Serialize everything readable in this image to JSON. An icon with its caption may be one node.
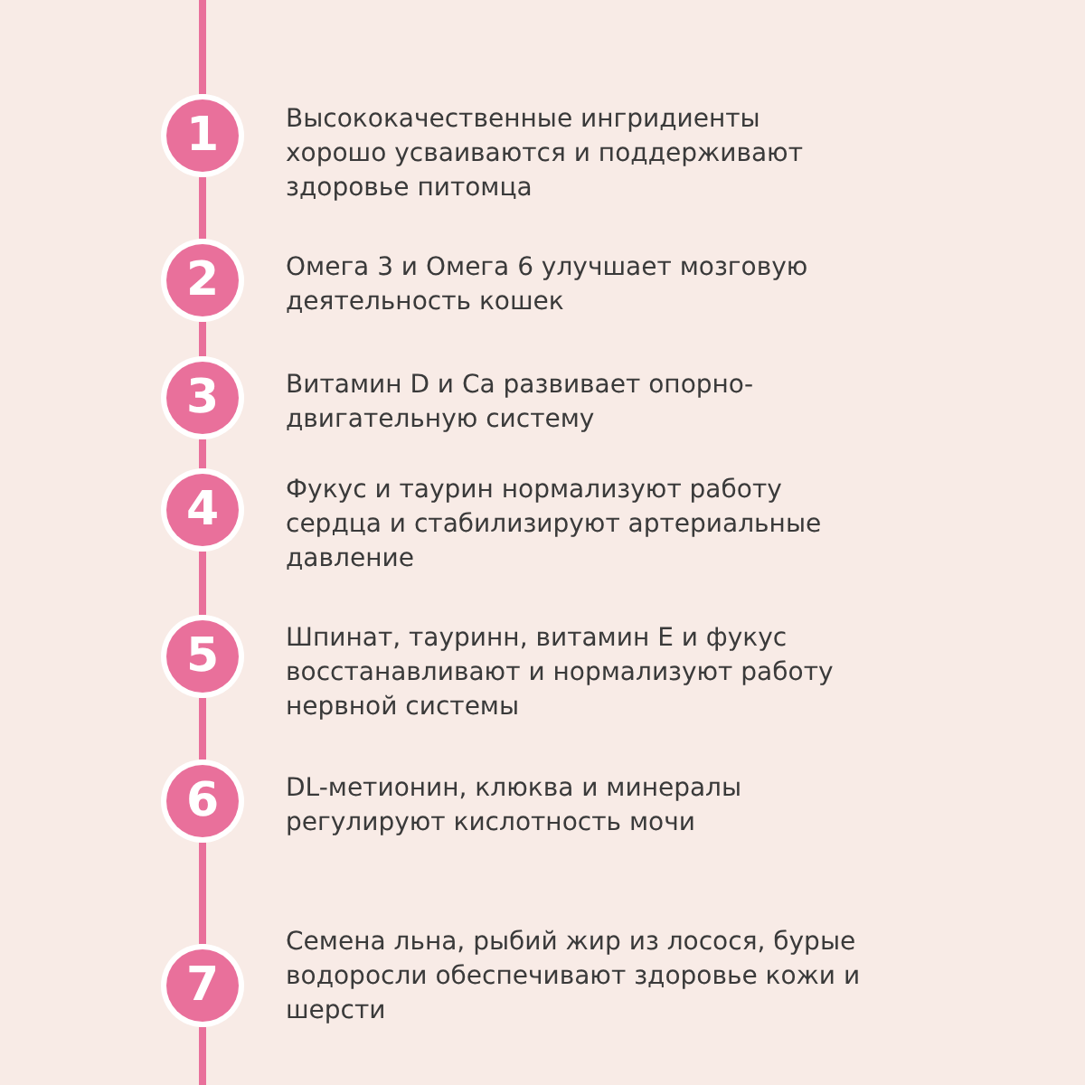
{
  "diagram": {
    "nodes": [
      {
        "text": [
          "1"
        ],
        "beside": [
          "Высококачественные ингридиенты хорошо усваиваются и поддерживают здоровье питомца"
        ]
      },
      {
        "text": [
          "2"
        ],
        "beside": [
          "Омега 3 и Омега 6 улучшает мозговую деятельность кошек"
        ]
      },
      {
        "text": [
          "3"
        ],
        "beside": [
          "Витамин D и Ca развивает опорно-двигательную систему"
        ]
      },
      {
        "text": [
          "4"
        ],
        "beside": [
          "Фукус и таурин нормализуют работу сердца и стабилизируют артериальные давление"
        ]
      },
      {
        "text": [
          "5"
        ],
        "beside": [
          "Шпинат, тауринн, витамин E и фукус восстанавливают и нормализуют работу нервной системы"
        ]
      },
      {
        "text": [
          "6"
        ],
        "beside": [
          "DL-метионин, клюква и минералы регулируют кислотность мочи"
        ]
      },
      {
        "text": [
          "7"
        ],
        "beside": [
          "Семена льна, рыбий жир из лосося, бурые водоросли  обеспечивают здоровье кожи и шерсти"
        ]
      }
    ],
    "edges": [
      {
        "from": 0,
        "to": 1,
        "arrow": "none"
      },
      {
        "from": 1,
        "to": 2,
        "arrow": "none"
      },
      {
        "from": 2,
        "to": 3,
        "arrow": "none"
      },
      {
        "from": 3,
        "to": 4,
        "arrow": "none"
      },
      {
        "from": 4,
        "to": 5,
        "arrow": "none"
      },
      {
        "from": 5,
        "to": 6,
        "arrow": "none"
      }
    ]
  }
}
